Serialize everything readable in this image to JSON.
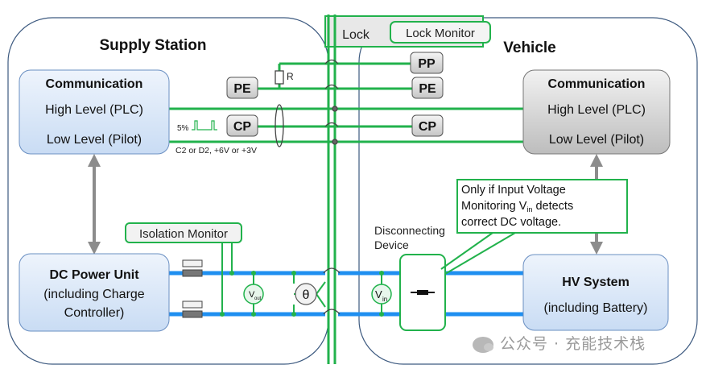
{
  "stations": {
    "supply": "Supply Station",
    "vehicle": "Vehicle"
  },
  "lock": {
    "label": "Lock",
    "monitor": "Lock Monitor"
  },
  "supply_comm": {
    "title": "Communication",
    "high": "High Level (PLC)",
    "low": "Low Level (Pilot)"
  },
  "vehicle_comm": {
    "title": "Communication",
    "high": "High Level (PLC)",
    "low": "Low Level (Pilot)"
  },
  "connectors": {
    "pe_left": "PE",
    "cp_left": "CP",
    "pp": "PP",
    "pe_right": "PE",
    "cp_right": "CP",
    "resistor": "R",
    "pwm": "5%",
    "pilot_note": "C2 or D2, +6V or +3V"
  },
  "isolation_monitor": "Isolation Monitor",
  "dc_power": {
    "line1": "DC Power Unit",
    "line2": "(including Charge",
    "line3": "Controller)"
  },
  "meters": {
    "vout_main": "V",
    "vout_sub": "out",
    "theta": "θ",
    "vin_main": "V",
    "vin_sub": "in"
  },
  "disconnect": {
    "line1": "Disconnecting",
    "line2": "Device"
  },
  "note": {
    "line1": "Only if Input Voltage",
    "line2_pre": "Monitoring V",
    "line2_sub": "in",
    "line2_post": " detects",
    "line3": "correct DC voltage."
  },
  "hv": {
    "title": "HV System",
    "sub": "(including Battery)"
  },
  "watermark": "公众号 · 充能技术栈",
  "colors": {
    "green": "#22b24c",
    "blue": "#1f8ff0",
    "box_blue": "#dce9f9",
    "box_grey": "#d6d6d6",
    "arrow": "#8c8c8c"
  }
}
